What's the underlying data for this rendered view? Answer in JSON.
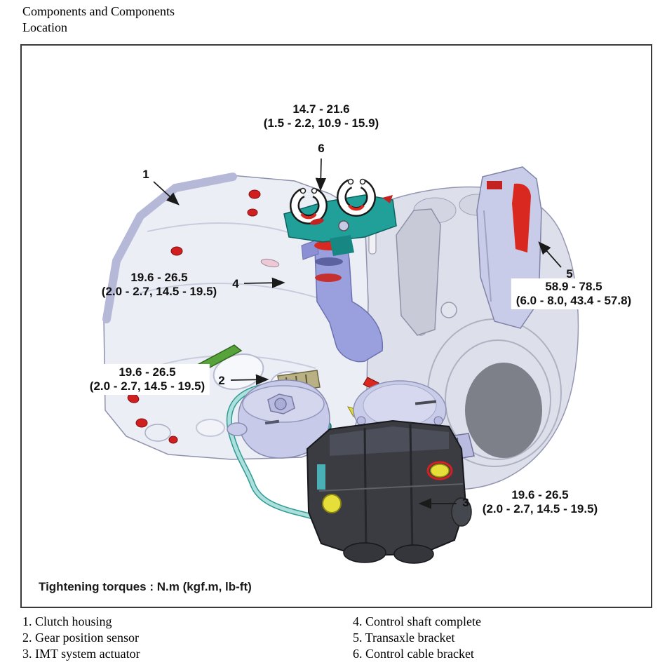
{
  "header": {
    "line1": "Components and Components",
    "line2": "Location"
  },
  "figure": {
    "note": "Tightening torques : N.m (kgf.m, lb-ft)",
    "callouts": {
      "n1": "1",
      "n2": "2",
      "n3": "3",
      "n4": "4",
      "n5": "5",
      "n6": "6"
    },
    "torques": {
      "control_cable_bracket": {
        "nm": "14.7 - 21.6",
        "detail": "(1.5 - 2.2, 10.9 - 15.9)"
      },
      "control_shaft": {
        "nm": "19.6 - 26.5",
        "detail": "(2.0 - 2.7, 14.5 - 19.5)"
      },
      "gear_position_sensor": {
        "nm": "19.6 - 26.5",
        "detail": "(2.0 - 2.7, 14.5 - 19.5)"
      },
      "transaxle_bracket": {
        "nm": "58.9 - 78.5",
        "detail": "(6.0 - 8.0, 43.4 - 57.8)"
      },
      "imt_actuator": {
        "nm": "19.6 - 26.5",
        "detail": "(2.0 - 2.7, 14.5 - 19.5)"
      }
    }
  },
  "legend": {
    "left": [
      "1. Clutch housing",
      "2. Gear position sensor",
      "3. IMT system actuator"
    ],
    "right": [
      "4. Control shaft complete",
      "5. Transaxle bracket",
      "6. Control cable bracket"
    ]
  },
  "colors": {
    "housing": "#eceef6",
    "housing_rim": "#b6b8d8",
    "gear_case": "#dde0ea",
    "bracket_teal": "#20a099",
    "shaft_lavender": "#9aa0dd",
    "accent_red": "#d8281f",
    "shaft_green": "#57a33b",
    "actuator_dark": "#3a3c42",
    "cap_yellow": "#e6df39",
    "cable_teal": "#ace0dc"
  }
}
